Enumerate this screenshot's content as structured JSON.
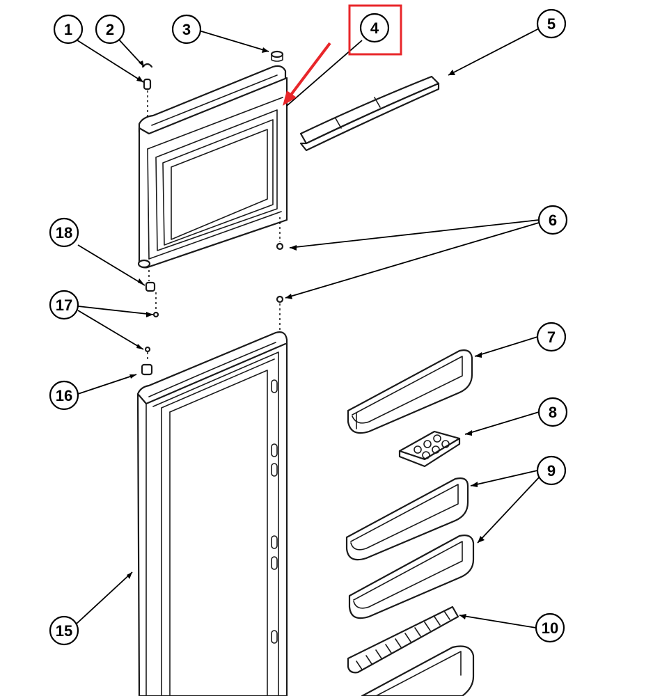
{
  "callouts": [
    {
      "id": "1",
      "label": "1"
    },
    {
      "id": "2",
      "label": "2"
    },
    {
      "id": "3",
      "label": "3"
    },
    {
      "id": "4",
      "label": "4"
    },
    {
      "id": "5",
      "label": "5"
    },
    {
      "id": "6",
      "label": "6"
    },
    {
      "id": "7",
      "label": "7"
    },
    {
      "id": "8",
      "label": "8"
    },
    {
      "id": "9",
      "label": "9"
    },
    {
      "id": "10",
      "label": "10"
    },
    {
      "id": "15",
      "label": "15"
    },
    {
      "id": "16",
      "label": "16"
    },
    {
      "id": "17",
      "label": "17"
    },
    {
      "id": "18",
      "label": "18"
    }
  ],
  "highlight": {
    "callout": "4",
    "color": "#e8262a"
  },
  "colors": {
    "line": "#1a1a1a",
    "background": "#ffffff",
    "accent": "#e8262a"
  }
}
